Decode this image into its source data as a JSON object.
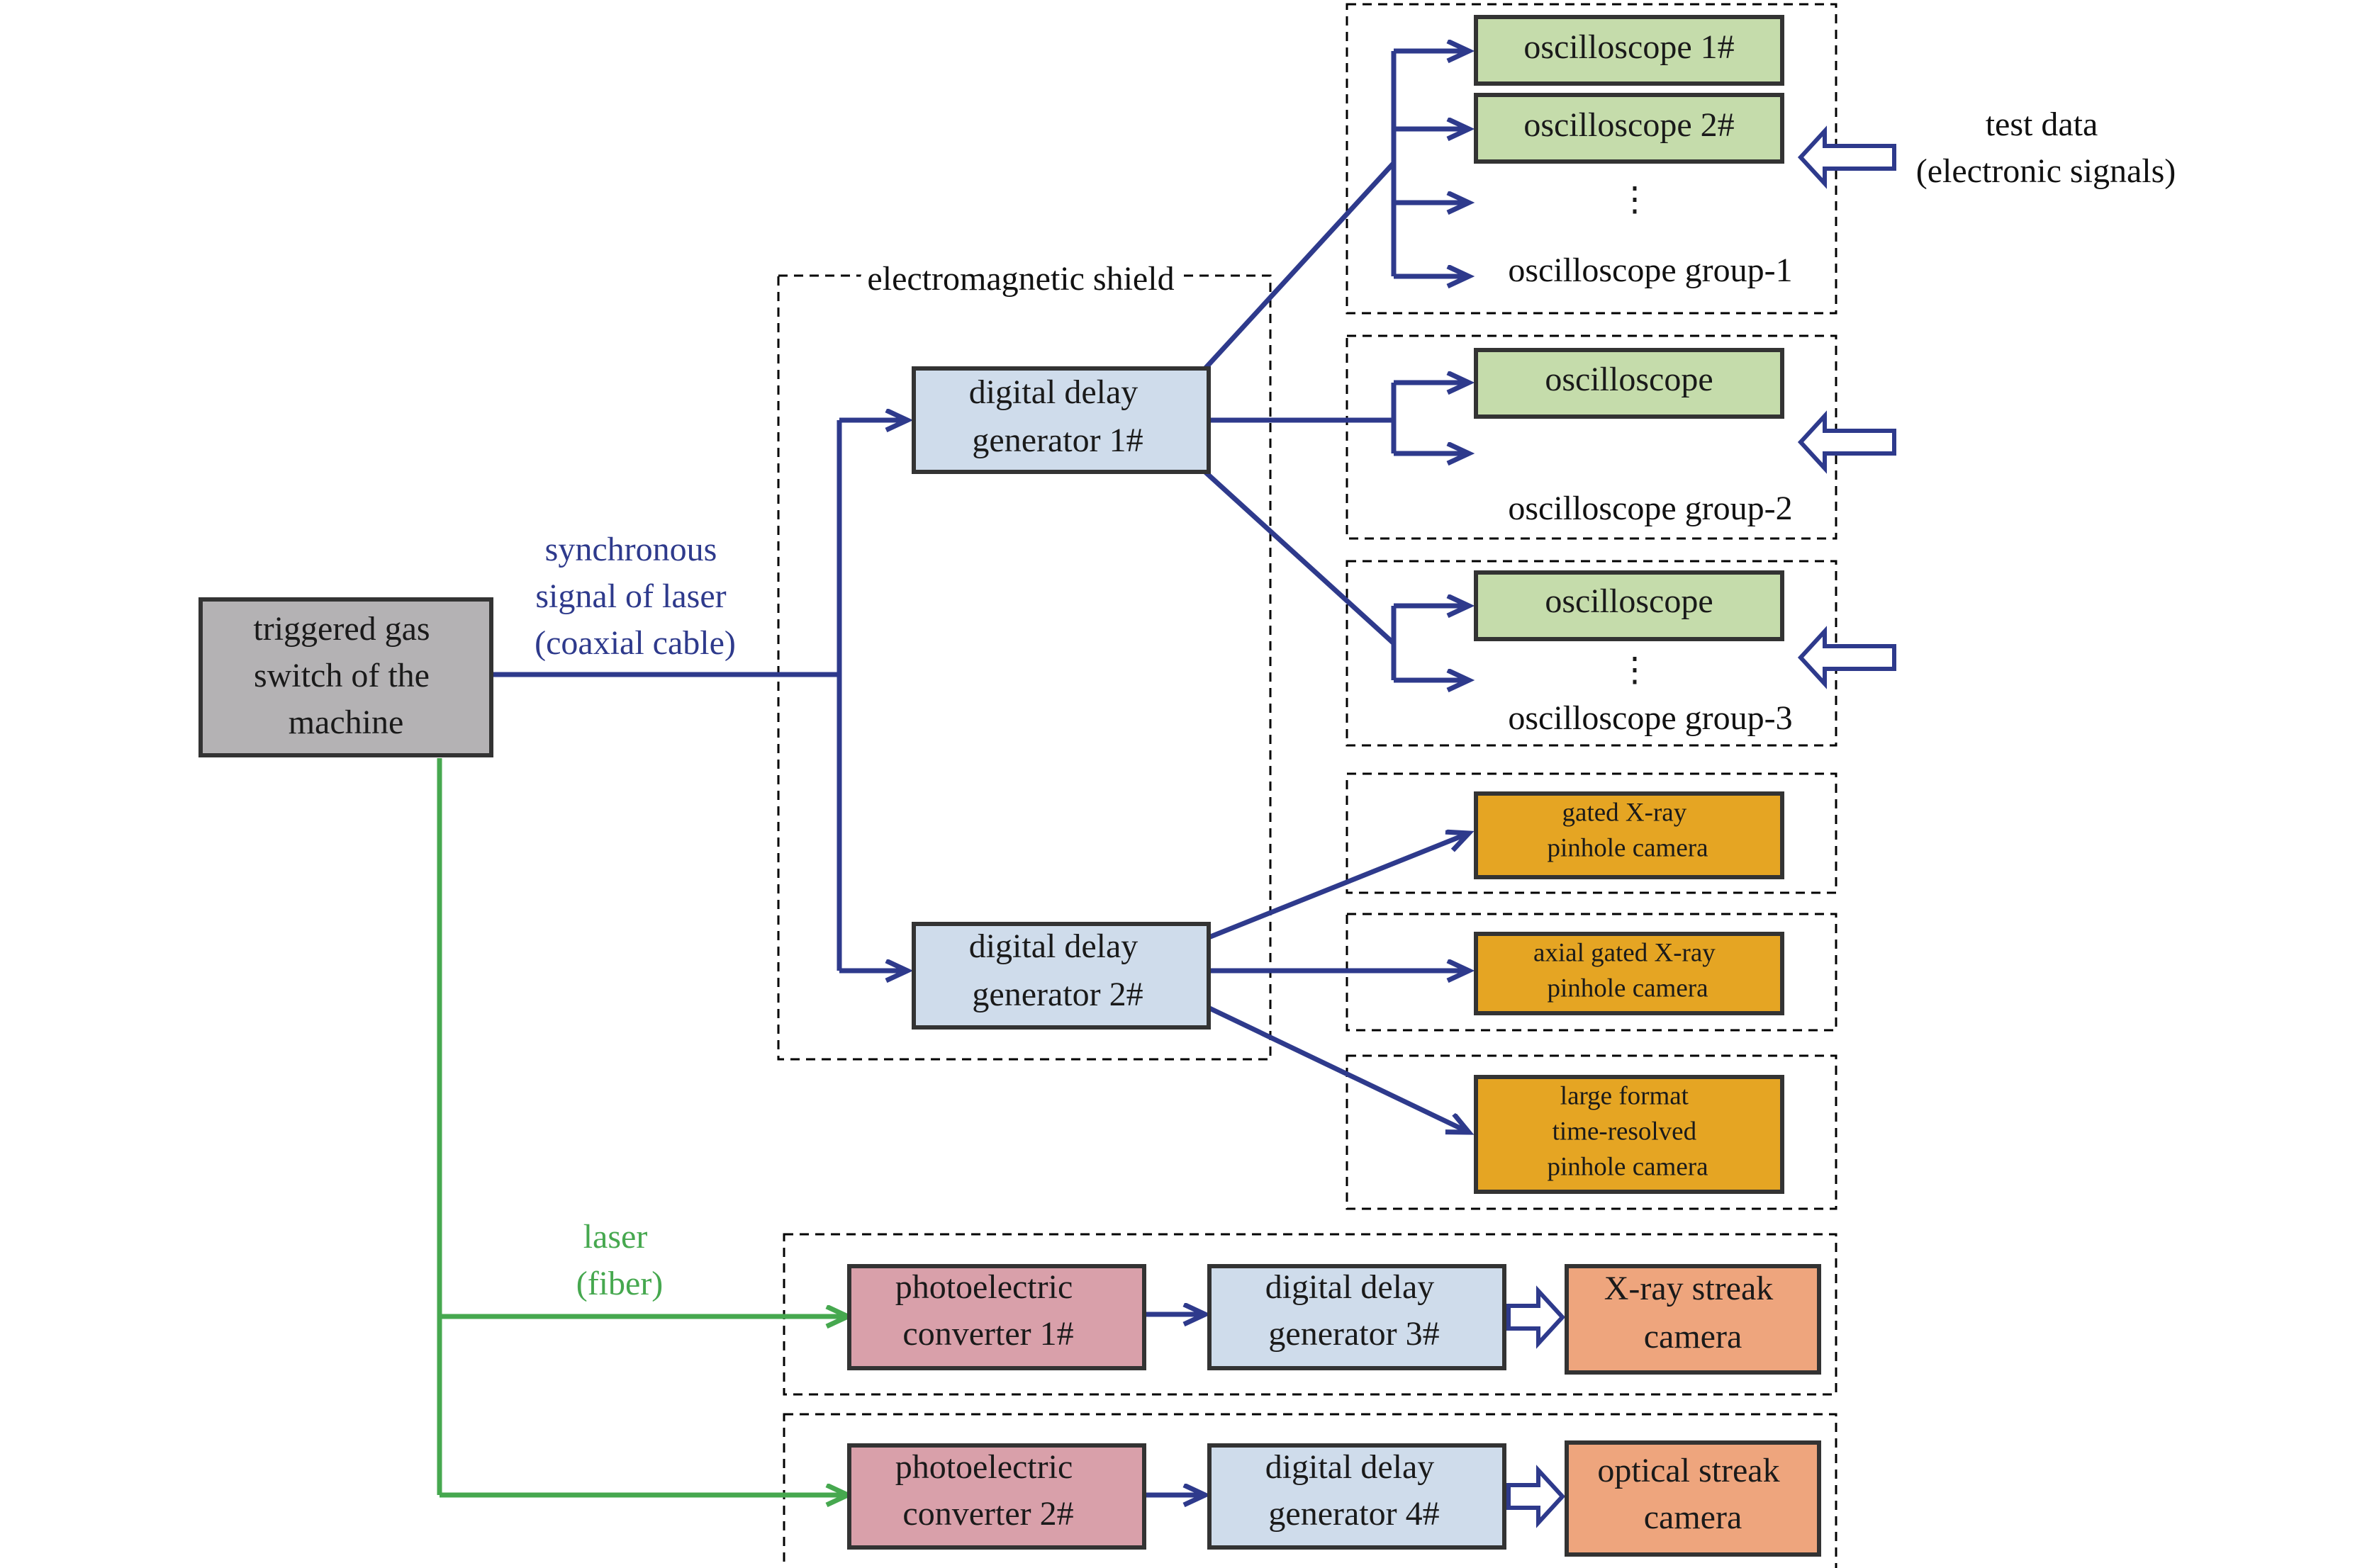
{
  "colors": {
    "trigger": "#b4b2b4",
    "delay": "#cfdceb",
    "oscilloscope": "#c5dcab",
    "xray_camera": "#e5a523",
    "converter": "#d9a0aa",
    "streak_camera": "#eea57d",
    "signal_line": "#2e3a8c",
    "laser_line": "#46a84f"
  },
  "source": {
    "lines": [
      "triggered gas",
      "switch of the",
      "machine"
    ]
  },
  "sync_label": {
    "lines": [
      "synchronous",
      "signal of laser",
      "(coaxial cable)"
    ]
  },
  "laser_label": {
    "lines": [
      "laser",
      "(fiber)"
    ]
  },
  "shield_label": "electromagnetic shield",
  "delay_generators": {
    "g1": {
      "lines": [
        "digital delay",
        "generator 1#"
      ]
    },
    "g2": {
      "lines": [
        "digital delay",
        "generator 2#"
      ]
    },
    "g3": {
      "lines": [
        "digital delay",
        "generator 3#"
      ]
    },
    "g4": {
      "lines": [
        "digital delay",
        "generator 4#"
      ]
    }
  },
  "oscilloscopes": {
    "osc1": "oscilloscope 1#",
    "osc2": "oscilloscope 2#",
    "osc_g2": "oscilloscope",
    "osc_g3": "oscilloscope",
    "ellipsis": "⋮"
  },
  "groups": {
    "group1": "oscilloscope group-1",
    "group2": "oscilloscope group-2",
    "group3": "oscilloscope group-3"
  },
  "test_data": {
    "lines": [
      "test data",
      "(electronic signals)"
    ]
  },
  "cameras": {
    "gated": {
      "lines": [
        "gated X-ray",
        "pinhole camera"
      ]
    },
    "axial": {
      "lines": [
        "axial gated X-ray",
        "pinhole camera"
      ]
    },
    "large": {
      "lines": [
        "large format",
        "time-resolved",
        "pinhole camera"
      ]
    }
  },
  "converters": {
    "c1": {
      "lines": [
        "photoelectric",
        "converter 1#"
      ]
    },
    "c2": {
      "lines": [
        "photoelectric",
        "converter 2#"
      ]
    }
  },
  "streak_cameras": {
    "xray": {
      "lines": [
        "X-ray streak",
        "camera"
      ]
    },
    "optical": {
      "lines": [
        "optical streak",
        "camera"
      ]
    }
  }
}
